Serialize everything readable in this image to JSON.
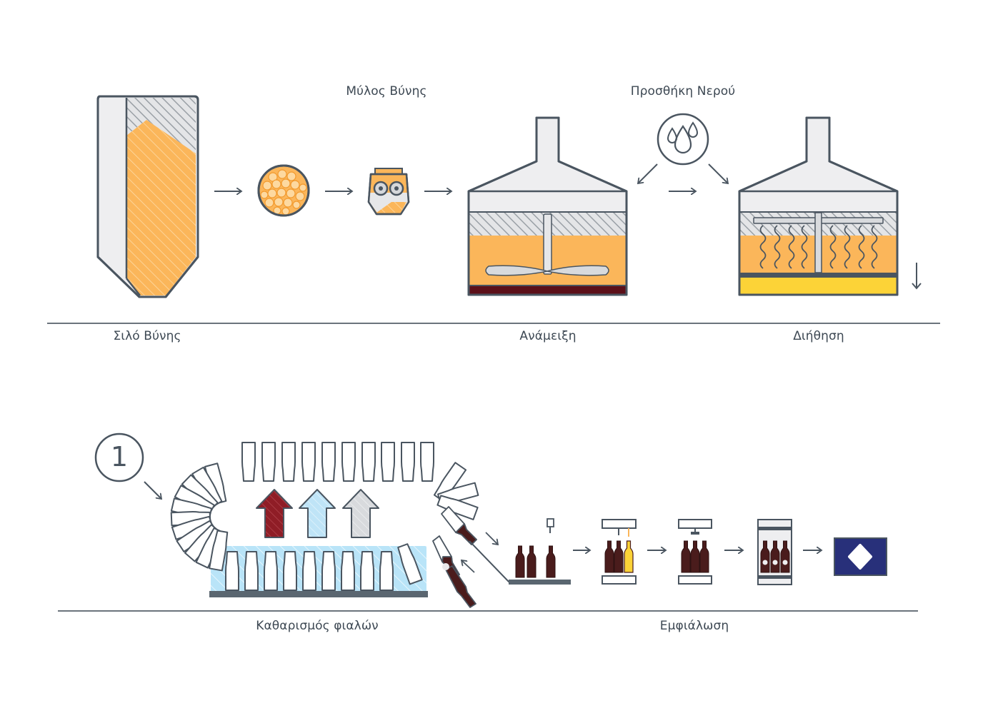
{
  "labels": {
    "silo": "Σιλό Βύνης",
    "mill": "Μύλος Βύνης",
    "water": "Προσθήκη Νερού",
    "mixing": "Ανάμειξη",
    "filtration": "Διήθηση",
    "bottle_cleaning": "Καθαρισμός φιαλών",
    "bottling": "Εμφιάλωση"
  },
  "step_badge": "1",
  "colors": {
    "outline": "#4a5560",
    "light_gray": "#eeeef0",
    "malt_orange": "#fbb65a",
    "dark_red": "#5c1019",
    "yellow": "#fcd337",
    "light_blue": "#b9e4f8",
    "navy": "#28307a",
    "bottle_brown": "#4a1c1c"
  },
  "icons": [
    "silo-icon",
    "malt-grain-icon",
    "mill-icon",
    "mash-tun-icon",
    "water-drops-icon",
    "lauter-tun-icon",
    "bottle-washer-icon",
    "filler-icon",
    "capper-icon",
    "labeler-icon",
    "case-icon"
  ]
}
